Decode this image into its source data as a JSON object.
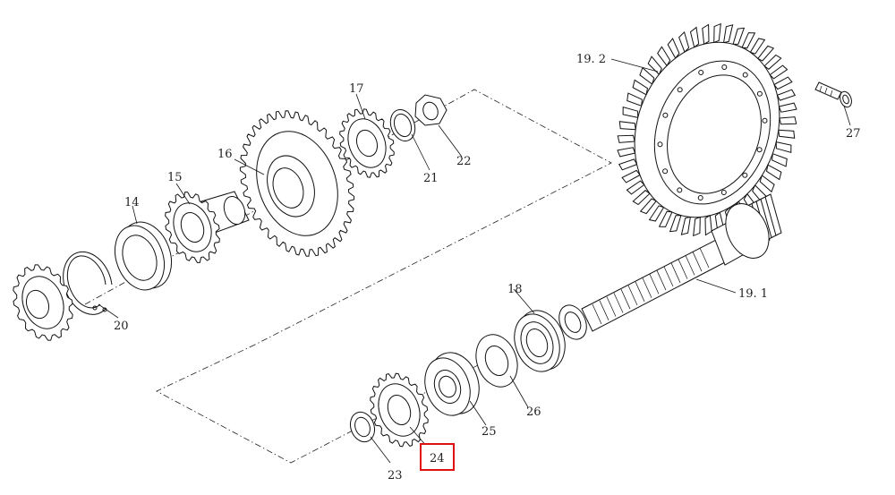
{
  "highlight_color": "#e01010",
  "parts": {
    "p14": "14",
    "p15": "15",
    "p16": "16",
    "p17": "17",
    "p18": "18",
    "p191": "19. 1",
    "p192": "19. 2",
    "p20": "20",
    "p21": "21",
    "p22": "22",
    "p23": "23",
    "p24": "24",
    "p25": "25",
    "p26": "26",
    "p27": "27"
  },
  "selected_part": "24"
}
